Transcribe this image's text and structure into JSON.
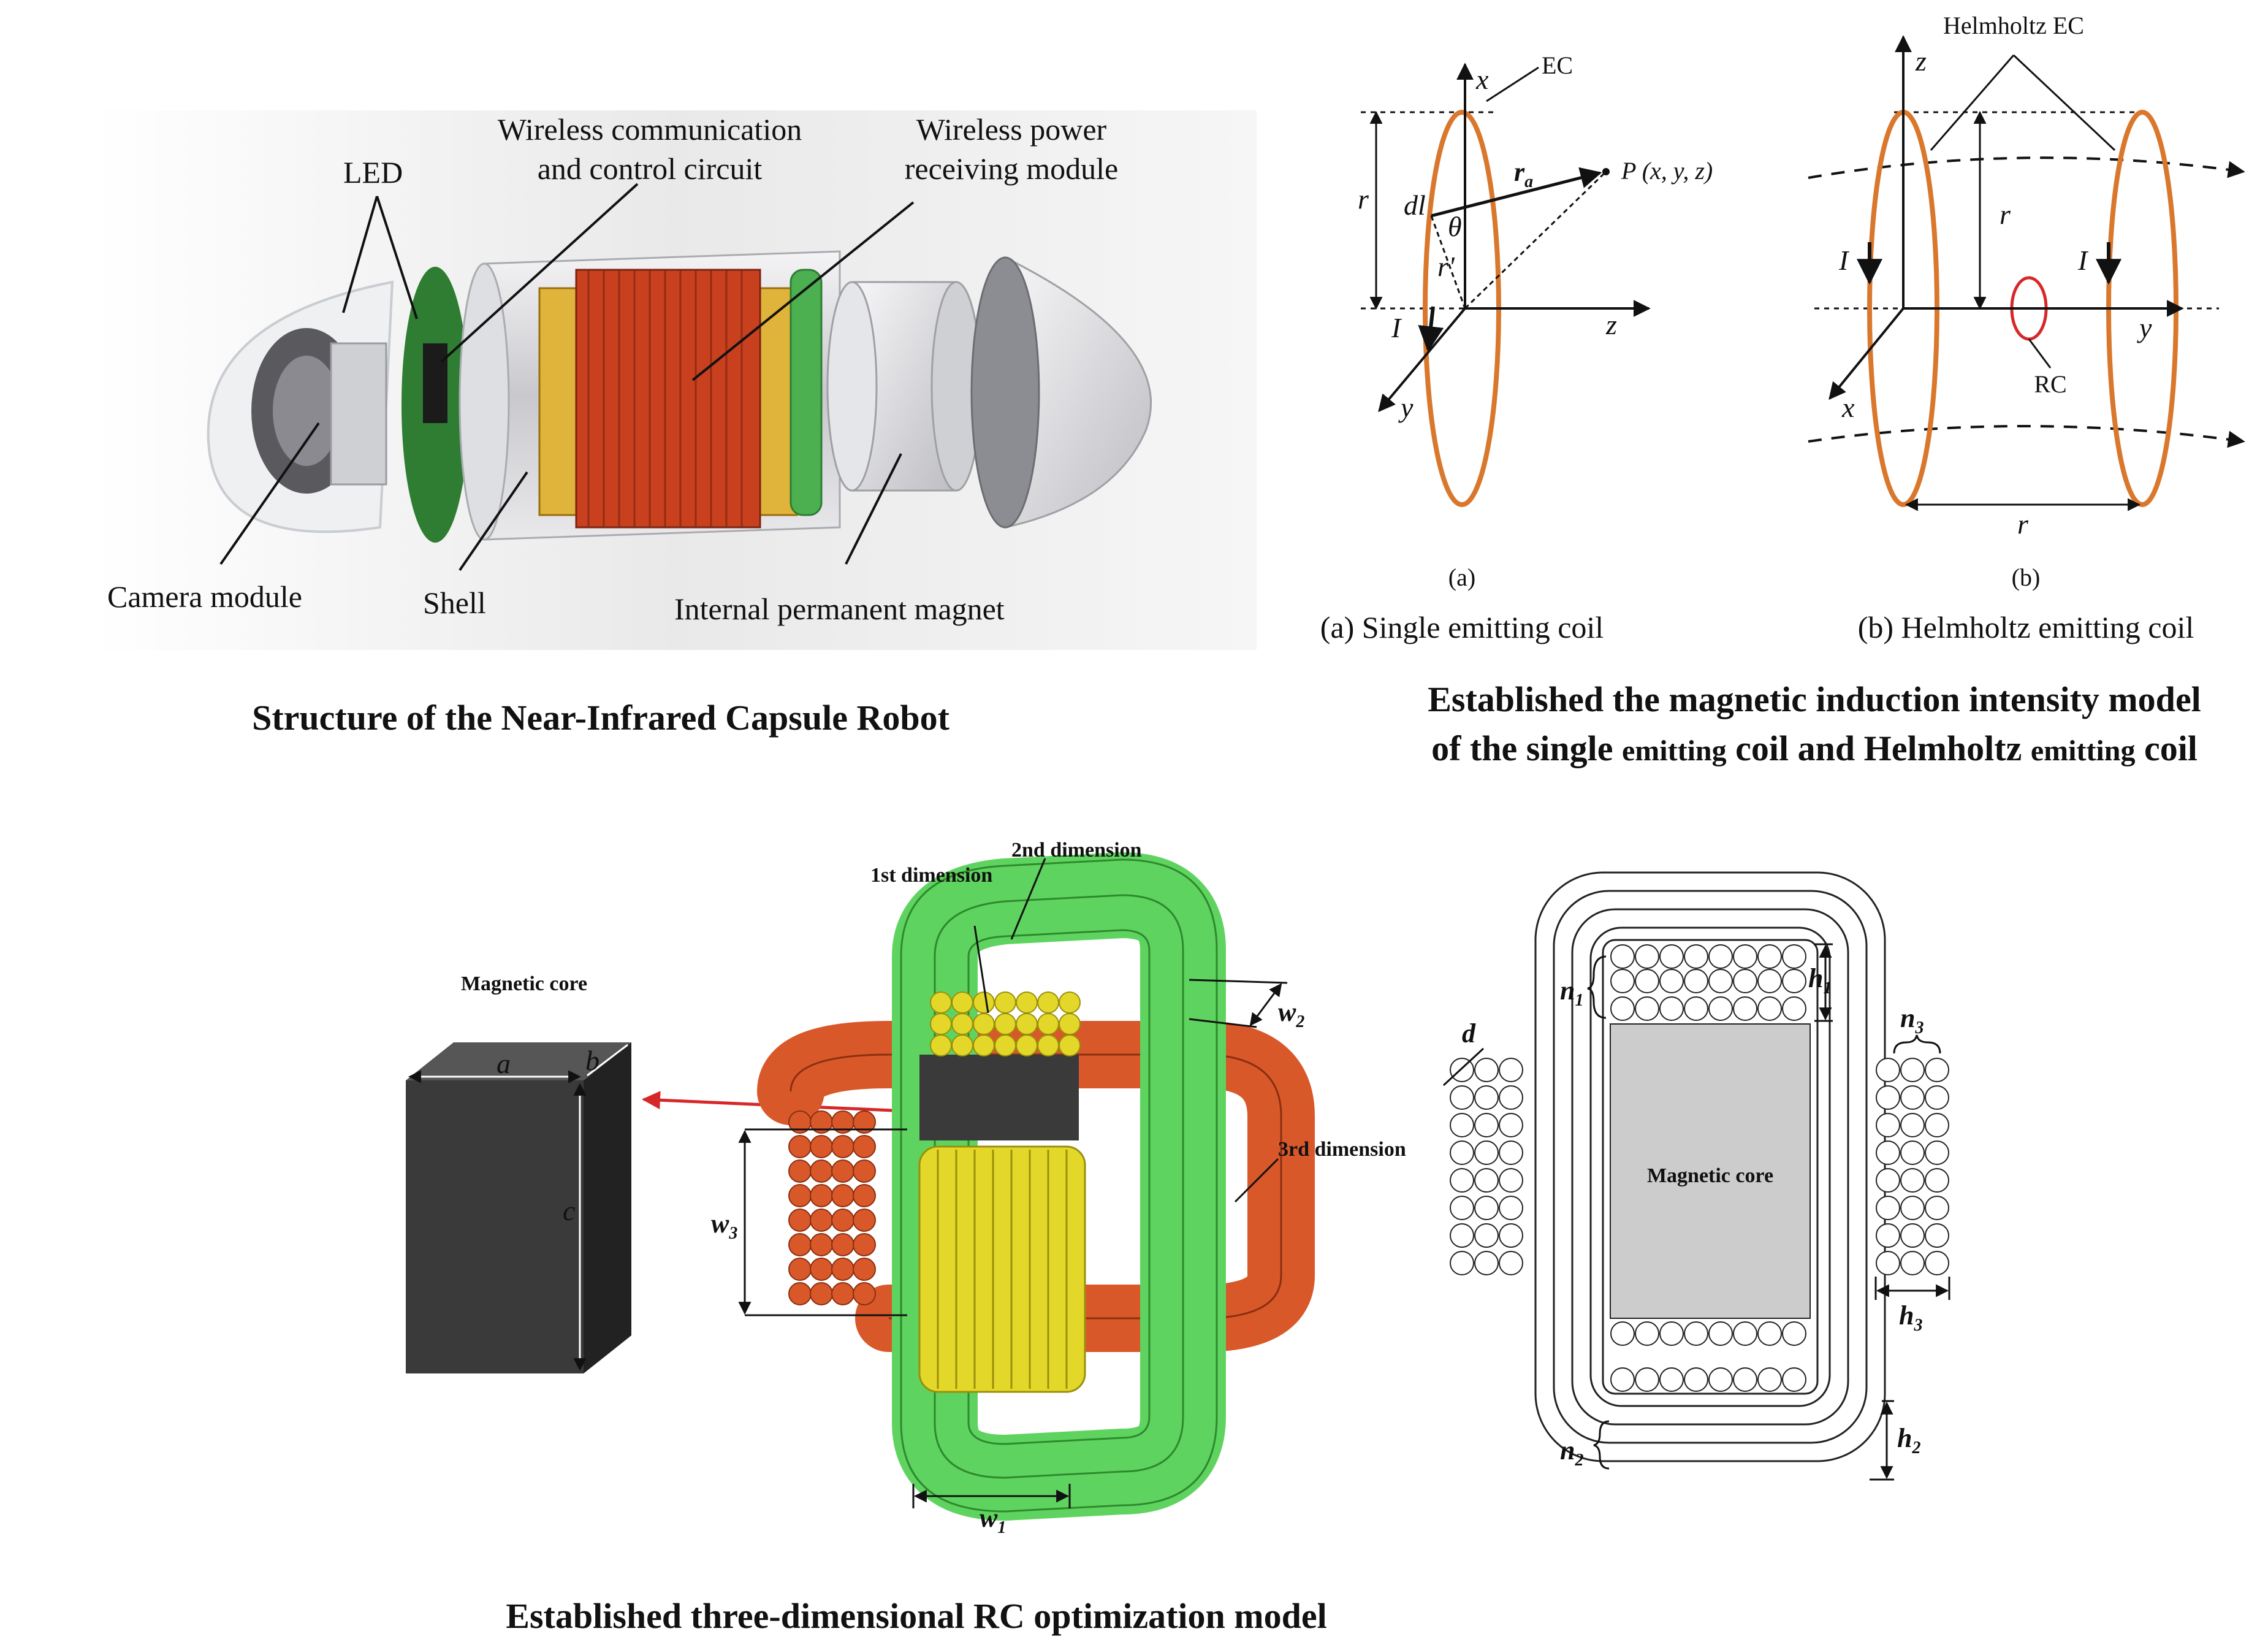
{
  "capsule": {
    "labels": {
      "led": "LED",
      "wireless_comm_1": "Wireless communication",
      "wireless_comm_2": "and control circuit",
      "wireless_power_1": "Wireless power",
      "wireless_power_2": "receiving module",
      "camera": "Camera module",
      "shell": "Shell",
      "magnet": "Internal permanent magnet"
    },
    "caption": "Structure of the Near-Infrared Capsule Robot",
    "colors": {
      "coil": "#c8401e",
      "pcb": "#2e7d32",
      "shell": "#d9d9dc"
    }
  },
  "coils": {
    "single": {
      "ec": "EC",
      "x": "x",
      "z": "z",
      "y": "y",
      "r": "r",
      "r_prime": "r'",
      "theta": "θ",
      "dl": "dl",
      "ra": "r",
      "ra_sub": "a",
      "current": "I",
      "point": "P (x, y, z)",
      "panel": "(a)",
      "caption": "(a) Single emitting coil"
    },
    "helmholtz": {
      "ec": "Helmholtz EC",
      "z": "z",
      "y": "y",
      "x": "x",
      "r_vertical": "r",
      "r_spacing": "r",
      "current_left": "I",
      "current_right": "I",
      "rc": "RC",
      "panel": "(b)",
      "caption": "(b) Helmholtz emitting coil"
    },
    "caption_1": "Established the magnetic induction intensity model",
    "caption_2a": "of the single ",
    "caption_2b": "emitting",
    "caption_2c": " coil and Helmholtz ",
    "caption_2d": "emitting",
    "caption_2e": " coil",
    "colors": {
      "coil": "#d9782d",
      "rc": "#d62828"
    }
  },
  "rc_model": {
    "core": {
      "title": "Magnetic core",
      "a": "a",
      "b": "b",
      "c": "c"
    },
    "labels": {
      "first": "1st dimension",
      "second": "2nd dimension",
      "third": "3rd dimension",
      "w1": "w",
      "w1_sub": "1",
      "w2": "w",
      "w2_sub": "2",
      "w3": "w",
      "w3_sub": "3"
    },
    "section": {
      "core": "Magnetic core",
      "n1": "n",
      "n1_sub": "1",
      "n2": "n",
      "n2_sub": "2",
      "n3": "n",
      "n3_sub": "3",
      "h1": "h",
      "h1_sub": "1",
      "h2": "h",
      "h2_sub": "2",
      "h3": "h",
      "h3_sub": "3",
      "d": "d"
    },
    "caption": "Established three-dimensional RC optimization model",
    "colors": {
      "green": "#5fd35f",
      "yellow": "#e3d82a",
      "orange": "#d9582a",
      "core": "#3a3a3a"
    }
  }
}
